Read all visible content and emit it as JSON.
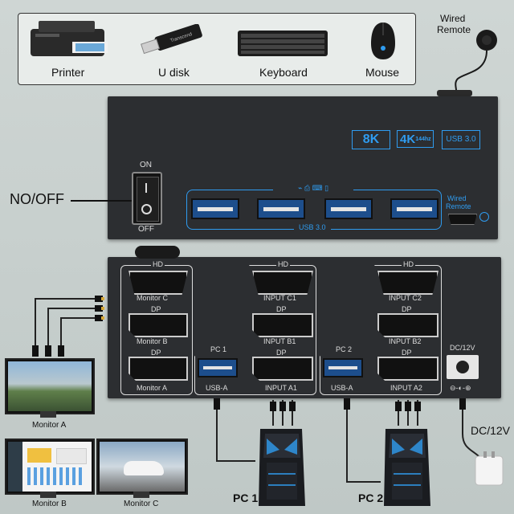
{
  "peripherals": {
    "items": [
      {
        "label": "Printer",
        "icon": "printer-icon"
      },
      {
        "label": "U disk",
        "icon": "usb-stick-icon"
      },
      {
        "label": "Keyboard",
        "icon": "keyboard-icon"
      },
      {
        "label": "Mouse",
        "icon": "mouse-icon"
      }
    ]
  },
  "remote": {
    "label_line1": "Wired",
    "label_line2": "Remote"
  },
  "front": {
    "switch_label": "NO/OFF",
    "on_label": "ON",
    "off_label": "OFF",
    "badges": [
      "8K",
      "4K",
      "144hz",
      "USB 3.0"
    ],
    "usb_label": "USB 3.0",
    "wired_remote_line1": "Wired",
    "wired_remote_line2": "Remote"
  },
  "rear": {
    "monitor_c": "Monitor C",
    "monitor_b": "Monitor B",
    "monitor_a": "Monitor A",
    "hd": "HD",
    "dp": "DP",
    "pc1": "PC 1",
    "pc2": "PC 2",
    "usb_a": "USB-A",
    "input_c1": "INPUT C1",
    "input_b1": "INPUT B1",
    "input_a1": "INPUT A1",
    "input_c2": "INPUT C2",
    "input_b2": "INPUT B2",
    "input_a2": "INPUT A2",
    "dc_label": "DC/12V"
  },
  "bottom": {
    "monitor_a": "Monitor A",
    "monitor_b": "Monitor B",
    "monitor_c": "Monitor C",
    "pc1": "PC 1",
    "pc2": "PC 2",
    "dc_label": "DC/12V"
  },
  "colors": {
    "accent": "#2f9cf0",
    "device": "#2b2d30",
    "background": "#c6cecc"
  }
}
